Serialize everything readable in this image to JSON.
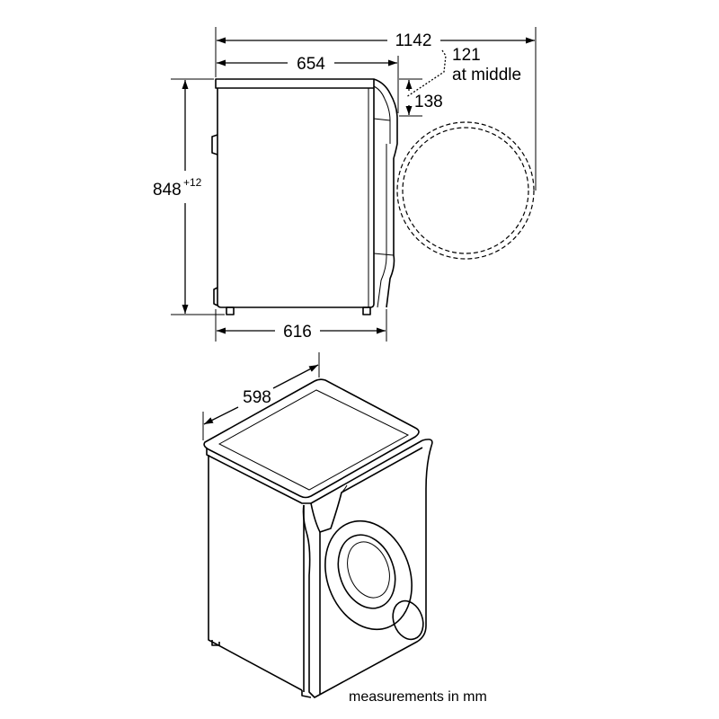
{
  "dimensions": {
    "total_depth": "1142",
    "depth": "654",
    "door_open_note_value": "121",
    "door_open_note_text": "at middle",
    "door_depth": "138",
    "height": "848",
    "height_tolerance": "+12",
    "base_depth": "616",
    "width": "598"
  },
  "caption": "measurements in mm",
  "colors": {
    "line": "#000000",
    "background": "#ffffff"
  }
}
